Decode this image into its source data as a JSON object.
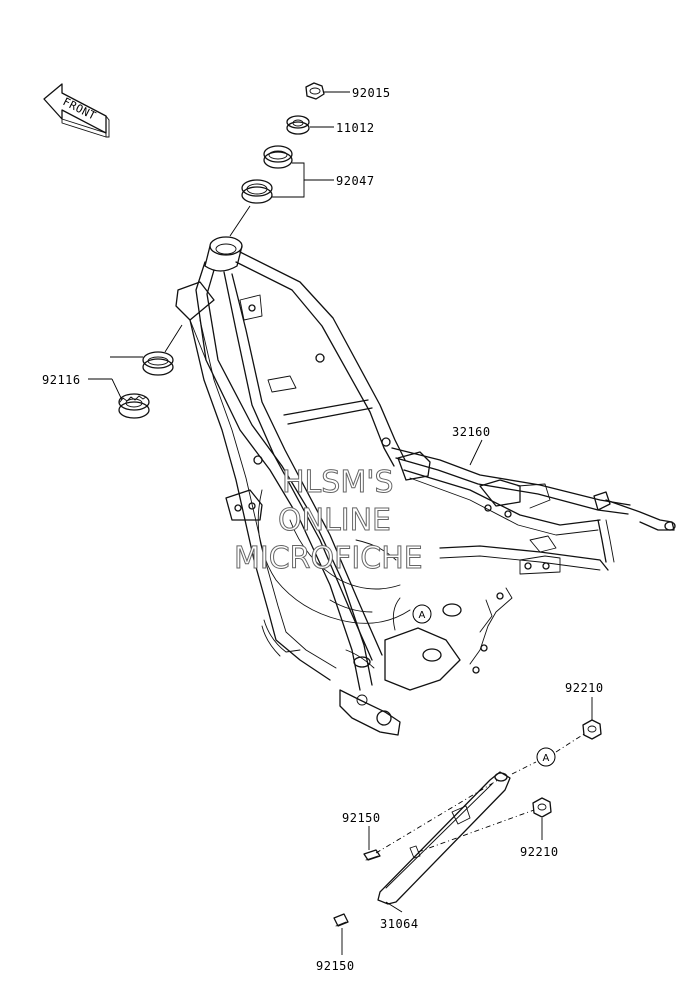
{
  "front_arrow": {
    "label": "FRONT"
  },
  "watermark": {
    "line1": "HLSM'S",
    "line2": "ONLINE",
    "line3": "MICROFICHE"
  },
  "reference_marks": {
    "a_upper": "A",
    "a_lower": "A"
  },
  "parts": {
    "p92015": "92015",
    "p11012": "11012",
    "p92047": "92047",
    "p92116": "92116",
    "p32160": "32160",
    "p92210_top": "92210",
    "p92210_mid": "92210",
    "p92150_top": "92150",
    "p31064": "31064",
    "p92150_bottom": "92150"
  }
}
